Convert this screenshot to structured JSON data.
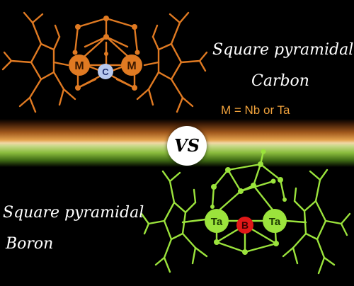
{
  "top": {
    "title_line1": "Square pyramidal",
    "title_line2": "Carbon",
    "subtitle": "M = Nb or Ta",
    "atom_metal_1": "M",
    "atom_center": "C",
    "atom_metal_2": "M"
  },
  "divider": {
    "label": "VS"
  },
  "bottom": {
    "title_line1": "Square pyramidal",
    "title_line2": "Boron",
    "atom_metal_1": "Ta",
    "atom_center": "B",
    "atom_metal_2": "Ta"
  },
  "colors": {
    "background": "#000000",
    "top_molecule": "#e07a22",
    "center_carbon": "#b8c9ee",
    "bottom_molecule": "#9be33c",
    "center_boron": "#e01818",
    "text": "#ffffff",
    "subtitle": "#f0a23c"
  }
}
